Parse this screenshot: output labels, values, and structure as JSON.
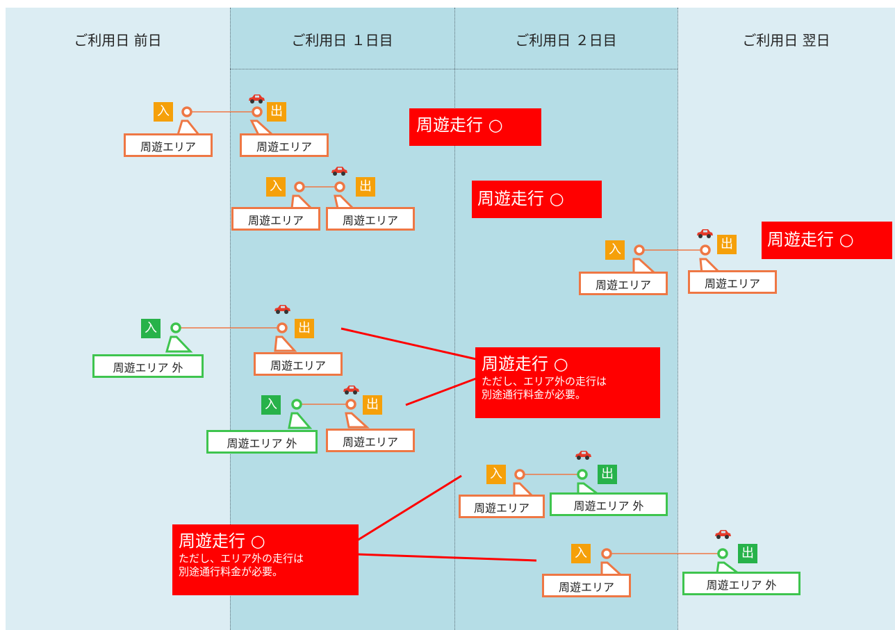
{
  "headers": [
    "ご利用日 前日",
    "ご利用日 １日目",
    "ご利用日 ２日目",
    "ご利用日 翌日"
  ],
  "labels": {
    "entry": "入",
    "exit": "出",
    "area": "周遊エリア",
    "outside": "周遊エリア 外",
    "note_title": "周遊走行 ○",
    "note_sub": "ただし、エリア外の走行は別途通行料金が必要。"
  },
  "colors": {
    "orange_badge": "#f5a00a",
    "green_badge": "#27b24a",
    "orange_border": "#ee7744",
    "green_border": "#3ec44e",
    "note_red": "#ff0000",
    "col_light": "#dcedf3",
    "col_dark": "#b5dde6"
  }
}
